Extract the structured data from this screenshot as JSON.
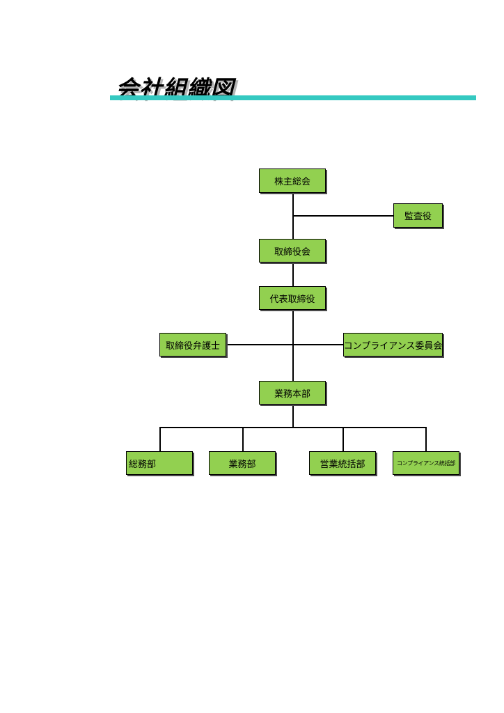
{
  "header": {
    "title": "会社組織図"
  },
  "org_chart": {
    "shareholders_meeting": "株主総会",
    "auditor": "監査役",
    "board_of_directors": "取締役会",
    "representative_director": "代表取締役",
    "director_lawyer": "取締役弁護士",
    "compliance_committee": "コンプライアンス委員会",
    "business_headquarters": "業務本部",
    "departments": [
      "総務部",
      "業務部",
      "営業統括部",
      "コンプライアンス統括部"
    ]
  },
  "colors": {
    "box_fill": "#92d050",
    "title_bar": "#35c9c1"
  }
}
